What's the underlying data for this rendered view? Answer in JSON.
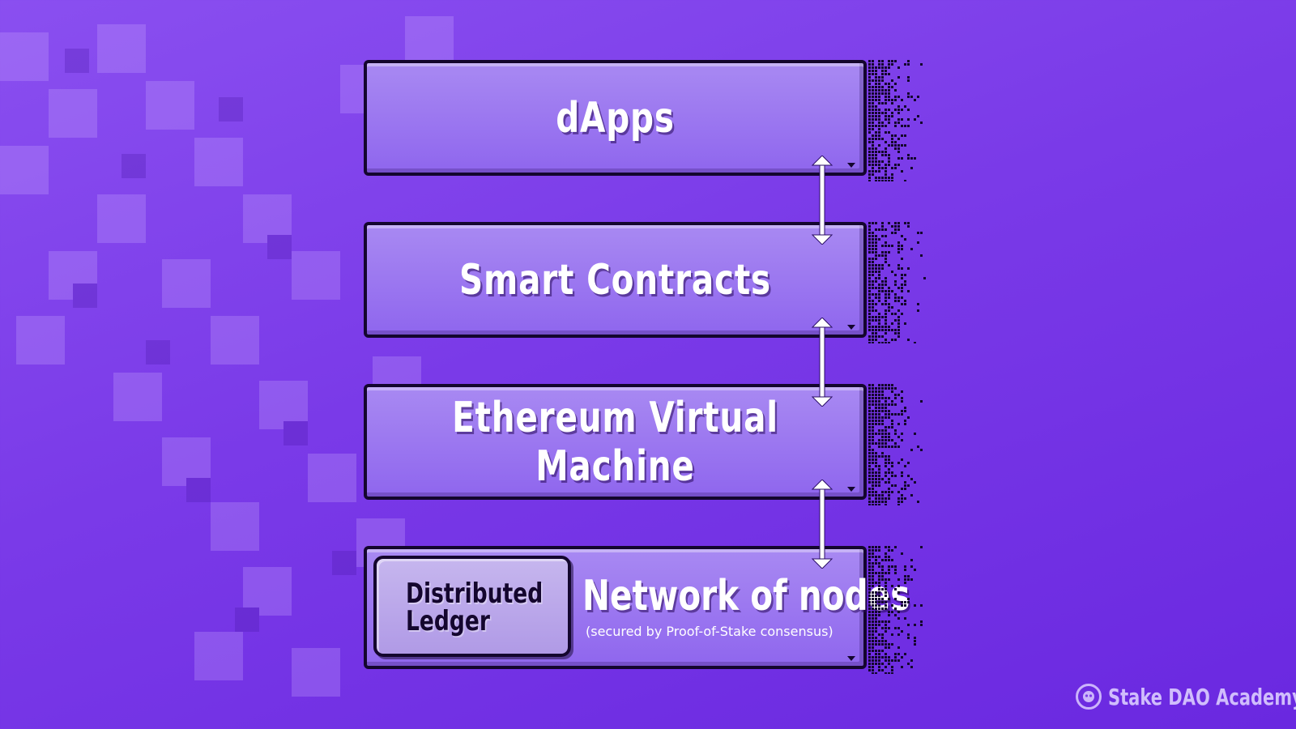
{
  "layers": [
    {
      "label": "dApps"
    },
    {
      "label": "Smart Contracts"
    },
    {
      "label": "Ethereum Virtual Machine"
    }
  ],
  "network": {
    "ledger_line1": "Distributed",
    "ledger_line2": "Ledger",
    "title": "Network of nodes",
    "subtitle": "(secured by Proof-of-Stake consensus)"
  },
  "brand": {
    "name": "Stake DAO Academy",
    "logo_icon": "stake-dao-logo-icon"
  },
  "colors": {
    "background": "#7a3ae8",
    "layer_fill": "#9a74f0",
    "ledger_fill": "#bca8ea",
    "outline": "#14062e",
    "text": "#ffffff"
  }
}
